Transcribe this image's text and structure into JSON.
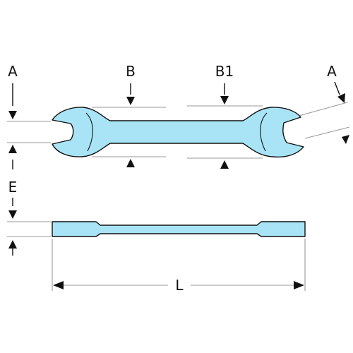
{
  "diagram": {
    "labels": {
      "a_left": "A",
      "b": "B",
      "b1": "B1",
      "a_right": "A",
      "e": "E",
      "l": "L"
    },
    "colors": {
      "wrench_fill": "#a8e4f6",
      "outline": "#111111",
      "dimension_lines": "#9a9a9a"
    }
  }
}
